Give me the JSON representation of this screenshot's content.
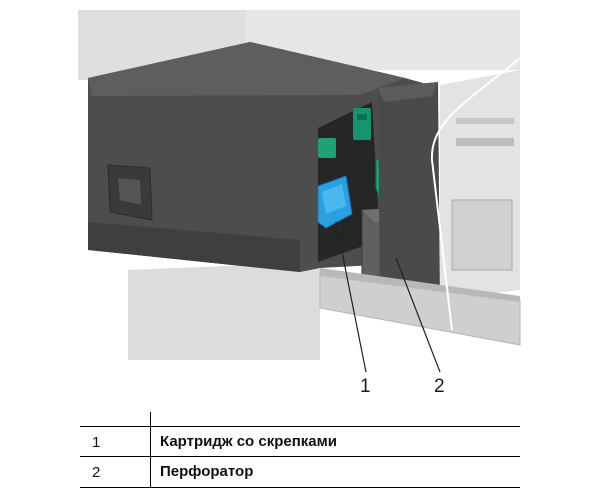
{
  "illustration": {
    "callouts": [
      {
        "number": "1"
      },
      {
        "number": "2"
      }
    ],
    "colors": {
      "body_dark": "#4a4a4a",
      "body_mid": "#5c5c5c",
      "body_light": "#6e6e6e",
      "staple_cartridge": "#2b9fe0",
      "green_lever": "#1fa077",
      "tray": "#cfcfcf",
      "background_panel": "#d6d6d6"
    }
  },
  "legend": {
    "rows": [
      {
        "number": "1",
        "label": "Картридж со скрепками"
      },
      {
        "number": "2",
        "label": "Перфоратор"
      }
    ]
  }
}
